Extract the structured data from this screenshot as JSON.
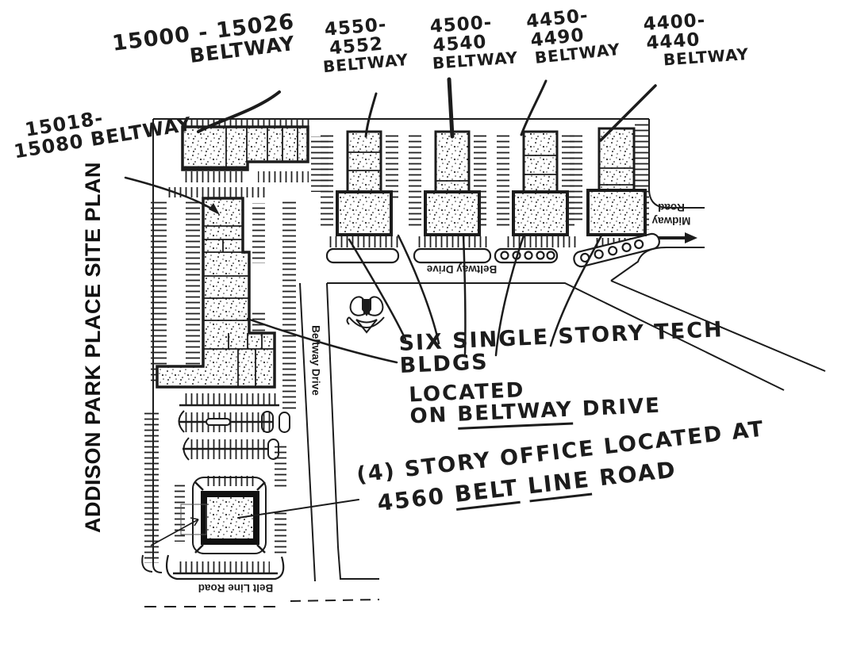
{
  "title": "ADDISON PARK PLACE SITE PLAN",
  "colors": {
    "ink": "#1c1c1c",
    "paper": "#ffffff"
  },
  "building_labels": {
    "b15000": {
      "line1": "15000 - 15026",
      "line2": "BELTWAY"
    },
    "b4550": {
      "line1": "4550-",
      "line2": "4552",
      "line3": "BELTWAY"
    },
    "b4500": {
      "line1": "4500-",
      "line2": "4540",
      "line3": "BELTWAY"
    },
    "b4450": {
      "line1": "4450-",
      "line2": "4490",
      "line3": "BELTWAY"
    },
    "b4400": {
      "line1": "4400-",
      "line2": "4440",
      "line3": "BELTWAY"
    },
    "b15018": {
      "line1": "15018-",
      "line2": "15080 BELTWAY"
    }
  },
  "annotations": {
    "tech_note": {
      "line1": "SIX SINGLE STORY TECH BLDGS",
      "line2_prefix": "LOCATED ON",
      "line2_underlined": "BELTWAY",
      "line2_suffix": "DRIVE"
    },
    "office_note": {
      "line1": "(4) STORY OFFICE  LOCATED AT",
      "line2_number": "4560",
      "line2_underlined1": "BELT",
      "line2_underlined2": "LINE",
      "line2_suffix": "ROAD"
    }
  },
  "streets": {
    "midway": "Midway Road",
    "beltway_drive_east": "Beltway Drive",
    "beltway_drive_south": "Beltway Drive",
    "belt_line": "Belt Line Road"
  },
  "icons": {
    "logo": "landscape-emblem-icon",
    "midway_arrow": "right-arrow"
  }
}
